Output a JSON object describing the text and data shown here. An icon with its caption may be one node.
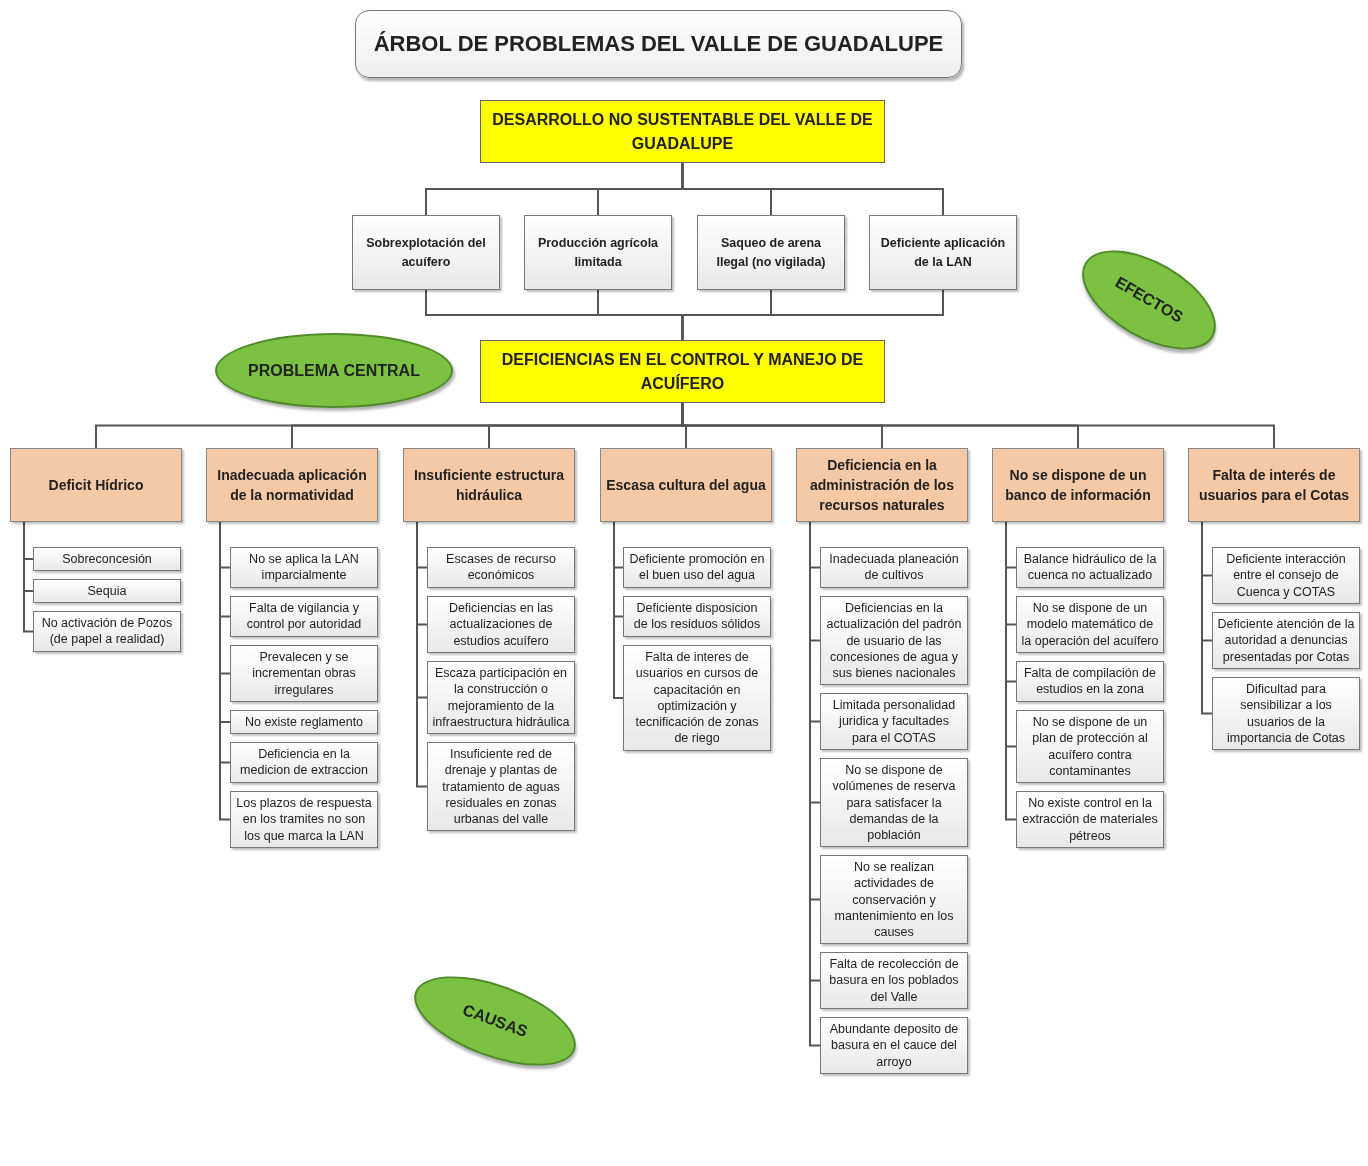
{
  "diagram": {
    "title": "ÁRBOL DE PROBLEMAS DEL VALLE DE GUADALUPE",
    "nodes": [
      {
        "text": [
          "DESARROLLO NO SUSTENTABLE DEL VALLE DE GUADALUPE"
        ]
      },
      {
        "text": [
          "Sobrexplotación del acuífero"
        ]
      },
      {
        "text": [
          "Producción agrícola limitada"
        ]
      },
      {
        "text": [
          "Saqueo de arena Ilegal (no vigilada)"
        ]
      },
      {
        "text": [
          "Deficiente aplicación de la LAN"
        ]
      },
      {
        "text": [
          "EFECTOS"
        ]
      },
      {
        "text": [
          "PROBLEMA CENTRAL"
        ]
      },
      {
        "text": [
          "DEFICIENCIAS EN EL CONTROL Y MANEJO DE ACUÍFERO"
        ]
      },
      {
        "text": [
          "Deficit Hídrico"
        ]
      },
      {
        "text": [
          "Inadecuada aplicación de la normatividad"
        ]
      },
      {
        "text": [
          "Insuficiente estructura hidráulica"
        ]
      },
      {
        "text": [
          "Escasa cultura del agua"
        ]
      },
      {
        "text": [
          "Deficiencia en la administración de los recursos naturales"
        ]
      },
      {
        "text": [
          "No se dispone de un banco de información"
        ]
      },
      {
        "text": [
          "Falta de interés de usuarios para el Cotas"
        ]
      },
      {
        "text": [
          "Sobreconcesión"
        ]
      },
      {
        "text": [
          "Sequia"
        ]
      },
      {
        "text": [
          "No activación de Pozos (de papel a realidad)"
        ]
      },
      {
        "text": [
          "No se aplica la LAN imparcialmente"
        ]
      },
      {
        "text": [
          "Falta de vigilancia y control por autoridad"
        ]
      },
      {
        "text": [
          "Prevalecen y se incrementan obras irregulares"
        ]
      },
      {
        "text": [
          "No existe reglamento"
        ]
      },
      {
        "text": [
          "Deficiencia en la medicion de extraccion"
        ]
      },
      {
        "text": [
          "Los plazos de respuesta en los tramites no son los que marca la LAN"
        ]
      },
      {
        "text": [
          "Escases de recurso económicos"
        ]
      },
      {
        "text": [
          "Deficiencias en las actualizaciones de estudios acuífero"
        ]
      },
      {
        "text": [
          "Escaza participación en la construcción o mejoramiento de la infraestructura hidráulica"
        ]
      },
      {
        "text": [
          "Insuficiente red de drenaje y plantas de tratamiento de aguas residuales en zonas urbanas del valle"
        ]
      },
      {
        "text": [
          "Deficiente promoción en el buen uso del agua"
        ]
      },
      {
        "text": [
          "Deficiente disposicion de los residuos sólidos"
        ]
      },
      {
        "text": [
          "Falta de interes de usuarios en cursos de capacitación en optimización y tecnificación de zonas de riego"
        ]
      },
      {
        "text": [
          "Inadecuada planeación de cultivos"
        ]
      },
      {
        "text": [
          "Deficiencias en la actualización del padrón de usuario de las concesiones de agua y sus bienes nacionales"
        ]
      },
      {
        "text": [
          "Limitada personalidad juridica y facultades para el COTAS"
        ]
      },
      {
        "text": [
          "No se dispone de volúmenes de reserva para satisfacer la demandas de la población"
        ]
      },
      {
        "text": [
          "No se realizan actividades de conservación y mantenimiento en los causes"
        ]
      },
      {
        "text": [
          "Falta de recolección de basura en los poblados del Valle"
        ]
      },
      {
        "text": [
          "Abundante deposito de basura en el cauce del arroyo"
        ]
      },
      {
        "text": [
          "Balance hidráulico de la cuenca no actualizado"
        ]
      },
      {
        "text": [
          "No se dispone de un modelo matemático de la operación del acuífero"
        ]
      },
      {
        "text": [
          "Falta de compilación de estudios en la zona"
        ]
      },
      {
        "text": [
          "No se dispone de un plan de protección al acuífero contra contaminantes"
        ]
      },
      {
        "text": [
          "No existe control en la extracción de materiales pétreos"
        ]
      },
      {
        "text": [
          "Deficiente interacción entre el consejo de Cuenca y COTAS"
        ]
      },
      {
        "text": [
          "Deficiente atención de la autoridad a denuncias presentadas por Cotas"
        ]
      },
      {
        "text": [
          "Dificultad para sensibilizar a los usuarios de la importancia de Cotas"
        ]
      },
      {
        "text": [
          "CAUSAS"
        ]
      }
    ],
    "edges": [
      {
        "from": 0,
        "to": 1,
        "arrow": "none"
      },
      {
        "from": 0,
        "to": 2,
        "arrow": "none"
      },
      {
        "from": 0,
        "to": 3,
        "arrow": "none"
      },
      {
        "from": 0,
        "to": 4,
        "arrow": "none"
      },
      {
        "from": 1,
        "to": 7,
        "arrow": "none"
      },
      {
        "from": 2,
        "to": 7,
        "arrow": "none"
      },
      {
        "from": 3,
        "to": 7,
        "arrow": "none"
      },
      {
        "from": 4,
        "to": 7,
        "arrow": "none"
      },
      {
        "from": 7,
        "to": 8,
        "arrow": "none"
      },
      {
        "from": 7,
        "to": 9,
        "arrow": "none"
      },
      {
        "from": 7,
        "to": 10,
        "arrow": "none"
      },
      {
        "from": 7,
        "to": 11,
        "arrow": "none"
      },
      {
        "from": 7,
        "to": 12,
        "arrow": "none"
      },
      {
        "from": 7,
        "to": 13,
        "arrow": "none"
      },
      {
        "from": 7,
        "to": 14,
        "arrow": "none"
      },
      {
        "from": 8,
        "to": 15,
        "arrow": "none"
      },
      {
        "from": 8,
        "to": 16,
        "arrow": "none"
      },
      {
        "from": 8,
        "to": 17,
        "arrow": "none"
      },
      {
        "from": 9,
        "to": 18,
        "arrow": "none"
      },
      {
        "from": 9,
        "to": 19,
        "arrow": "none"
      },
      {
        "from": 9,
        "to": 20,
        "arrow": "none"
      },
      {
        "from": 9,
        "to": 21,
        "arrow": "none"
      },
      {
        "from": 9,
        "to": 22,
        "arrow": "none"
      },
      {
        "from": 9,
        "to": 23,
        "arrow": "none"
      },
      {
        "from": 10,
        "to": 24,
        "arrow": "none"
      },
      {
        "from": 10,
        "to": 25,
        "arrow": "none"
      },
      {
        "from": 10,
        "to": 26,
        "arrow": "none"
      },
      {
        "from": 10,
        "to": 27,
        "arrow": "none"
      },
      {
        "from": 11,
        "to": 28,
        "arrow": "none"
      },
      {
        "from": 11,
        "to": 29,
        "arrow": "none"
      },
      {
        "from": 11,
        "to": 30,
        "arrow": "none"
      },
      {
        "from": 12,
        "to": 31,
        "arrow": "none"
      },
      {
        "from": 12,
        "to": 32,
        "arrow": "none"
      },
      {
        "from": 12,
        "to": 33,
        "arrow": "none"
      },
      {
        "from": 12,
        "to": 34,
        "arrow": "none"
      },
      {
        "from": 12,
        "to": 35,
        "arrow": "none"
      },
      {
        "from": 12,
        "to": 36,
        "arrow": "none"
      },
      {
        "from": 12,
        "to": 37,
        "arrow": "none"
      },
      {
        "from": 13,
        "to": 38,
        "arrow": "none"
      },
      {
        "from": 13,
        "to": 39,
        "arrow": "none"
      },
      {
        "from": 13,
        "to": 40,
        "arrow": "none"
      },
      {
        "from": 13,
        "to": 41,
        "arrow": "none"
      },
      {
        "from": 13,
        "to": 42,
        "arrow": "none"
      },
      {
        "from": 14,
        "to": 43,
        "arrow": "none"
      },
      {
        "from": 14,
        "to": 44,
        "arrow": "none"
      },
      {
        "from": 14,
        "to": 45,
        "arrow": "none"
      }
    ]
  }
}
